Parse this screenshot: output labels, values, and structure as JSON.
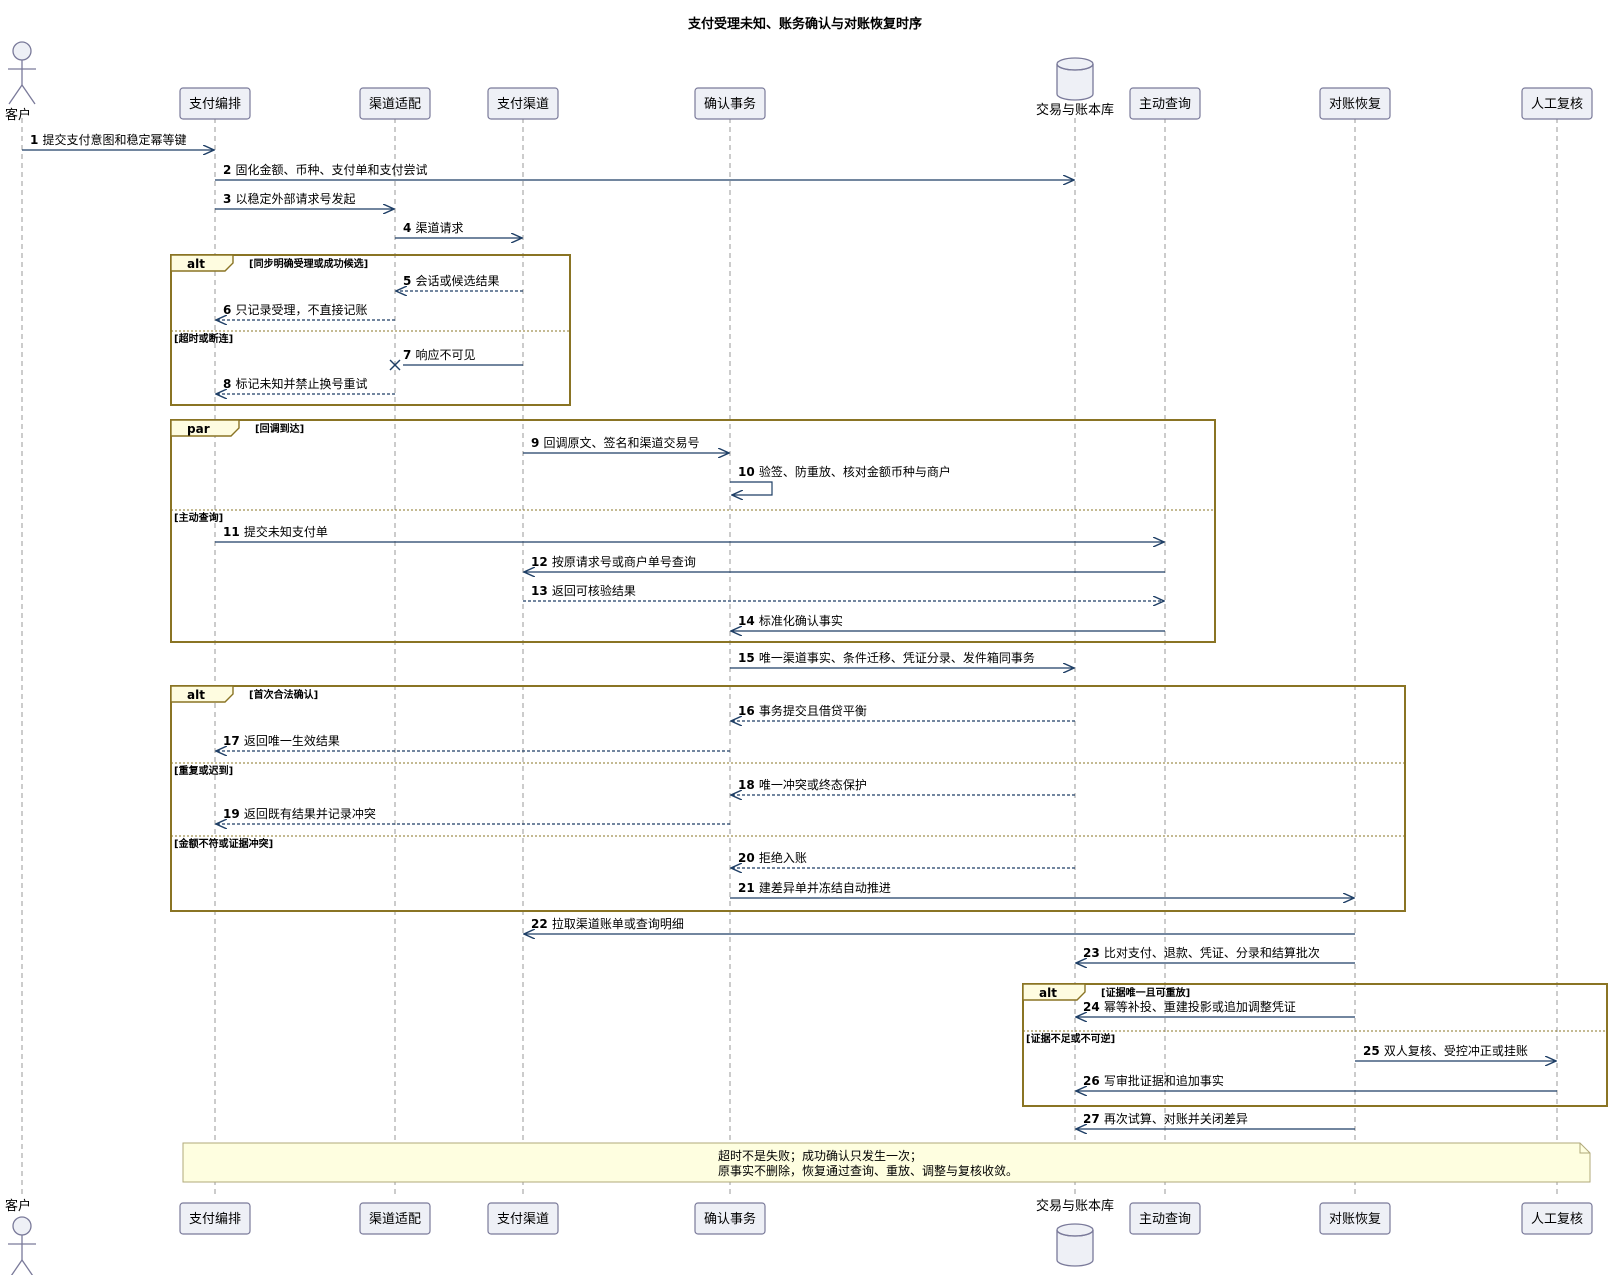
{
  "title": "支付受理未知、账务确认与对账恢复时序",
  "participants": [
    {
      "id": "customer",
      "label": "客户",
      "kind": "actor"
    },
    {
      "id": "orchestrator",
      "label": "支付编排",
      "kind": "box"
    },
    {
      "id": "adapter",
      "label": "渠道适配",
      "kind": "box"
    },
    {
      "id": "channel",
      "label": "支付渠道",
      "kind": "box"
    },
    {
      "id": "confirm",
      "label": "确认事务",
      "kind": "box"
    },
    {
      "id": "ledger",
      "label": "交易与账本库",
      "kind": "database"
    },
    {
      "id": "query",
      "label": "主动查询",
      "kind": "box"
    },
    {
      "id": "recon",
      "label": "对账恢复",
      "kind": "box"
    },
    {
      "id": "review",
      "label": "人工复核",
      "kind": "box"
    }
  ],
  "messages": [
    {
      "num": "1",
      "text": "提交支付意图和稳定幂等键",
      "from": "customer",
      "to": "orchestrator",
      "style": "solid"
    },
    {
      "num": "2",
      "text": "固化金额、币种、支付单和支付尝试",
      "from": "orchestrator",
      "to": "ledger",
      "style": "solid"
    },
    {
      "num": "3",
      "text": "以稳定外部请求号发起",
      "from": "orchestrator",
      "to": "adapter",
      "style": "solid"
    },
    {
      "num": "4",
      "text": "渠道请求",
      "from": "adapter",
      "to": "channel",
      "style": "solid"
    },
    {
      "num": "5",
      "text": "会话或候选结果",
      "from": "channel",
      "to": "adapter",
      "style": "dashed"
    },
    {
      "num": "6",
      "text": "只记录受理，不直接记账",
      "from": "adapter",
      "to": "orchestrator",
      "style": "dashed"
    },
    {
      "num": "7",
      "text": "响应不可见",
      "from": "channel",
      "to": "adapter",
      "style": "lost"
    },
    {
      "num": "8",
      "text": "标记未知并禁止换号重试",
      "from": "adapter",
      "to": "orchestrator",
      "style": "dashed"
    },
    {
      "num": "9",
      "text": "回调原文、签名和渠道交易号",
      "from": "channel",
      "to": "confirm",
      "style": "solid"
    },
    {
      "num": "10",
      "text": "验签、防重放、核对金额币种与商户",
      "from": "confirm",
      "to": "confirm",
      "style": "self"
    },
    {
      "num": "11",
      "text": "提交未知支付单",
      "from": "orchestrator",
      "to": "query",
      "style": "solid"
    },
    {
      "num": "12",
      "text": "按原请求号或商户单号查询",
      "from": "query",
      "to": "channel",
      "style": "solid"
    },
    {
      "num": "13",
      "text": "返回可核验结果",
      "from": "channel",
      "to": "query",
      "style": "dashed"
    },
    {
      "num": "14",
      "text": "标准化确认事实",
      "from": "query",
      "to": "confirm",
      "style": "solid"
    },
    {
      "num": "15",
      "text": "唯一渠道事实、条件迁移、凭证分录、发件箱同事务",
      "from": "confirm",
      "to": "ledger",
      "style": "solid"
    },
    {
      "num": "16",
      "text": "事务提交且借贷平衡",
      "from": "ledger",
      "to": "confirm",
      "style": "dashed"
    },
    {
      "num": "17",
      "text": "返回唯一生效结果",
      "from": "confirm",
      "to": "orchestrator",
      "style": "dashed"
    },
    {
      "num": "18",
      "text": "唯一冲突或终态保护",
      "from": "ledger",
      "to": "confirm",
      "style": "dashed"
    },
    {
      "num": "19",
      "text": "返回既有结果并记录冲突",
      "from": "confirm",
      "to": "orchestrator",
      "style": "dashed"
    },
    {
      "num": "20",
      "text": "拒绝入账",
      "from": "ledger",
      "to": "confirm",
      "style": "dashed"
    },
    {
      "num": "21",
      "text": "建差异单并冻结自动推进",
      "from": "confirm",
      "to": "recon",
      "style": "solid"
    },
    {
      "num": "22",
      "text": "拉取渠道账单或查询明细",
      "from": "recon",
      "to": "channel",
      "style": "solid"
    },
    {
      "num": "23",
      "text": "比对支付、退款、凭证、分录和结算批次",
      "from": "recon",
      "to": "ledger",
      "style": "solid"
    },
    {
      "num": "24",
      "text": "幂等补投、重建投影或追加调整凭证",
      "from": "recon",
      "to": "ledger",
      "style": "solid"
    },
    {
      "num": "25",
      "text": "双人复核、受控冲正或挂账",
      "from": "recon",
      "to": "review",
      "style": "solid"
    },
    {
      "num": "26",
      "text": "写审批证据和追加事实",
      "from": "review",
      "to": "ledger",
      "style": "solid"
    },
    {
      "num": "27",
      "text": "再次试算、对账并关闭差异",
      "from": "recon",
      "to": "ledger",
      "style": "solid"
    }
  ],
  "fragments": [
    {
      "keyword": "alt",
      "sections": [
        "[同步明确受理或成功候选]",
        "[超时或断连]"
      ]
    },
    {
      "keyword": "par",
      "sections": [
        "[回调到达]",
        "[主动查询]"
      ]
    },
    {
      "keyword": "alt",
      "sections": [
        "[首次合法确认]",
        "[重复或迟到]",
        "[金额不符或证据冲突]"
      ]
    },
    {
      "keyword": "alt",
      "sections": [
        "[证据唯一且可重放]",
        "[证据不足或不可逆]"
      ]
    }
  ],
  "note": {
    "lines": [
      "超时不是失败；成功确认只发生一次；",
      "原事实不删除，恢复通过查询、重放、调整与复核收敛。"
    ]
  },
  "colors": {
    "arrow": "#1f3f66",
    "participant_fill": "#eef0f6",
    "participant_border": "#7a7a9a",
    "lifeline": "#999999",
    "fragment_border": "#8a7424",
    "fragment_tab": "#fefce0",
    "note_fill": "#fefee0",
    "note_border": "#b0a97a"
  }
}
